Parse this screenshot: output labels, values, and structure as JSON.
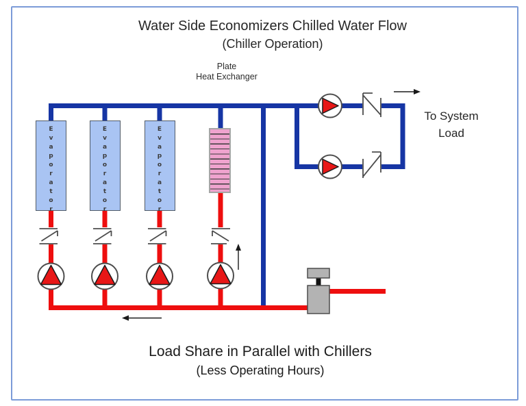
{
  "title": {
    "line1": "Water Side Economizers Chilled Water Flow",
    "line2": "(Chiller Operation)"
  },
  "labels": {
    "plate_hx_line1": "Plate",
    "plate_hx_line2": "Heat Exchanger",
    "to_system_load": "To System Load",
    "evaporator": "Evaporator"
  },
  "caption": {
    "line1": "Load Share in Parallel with Chillers",
    "line2": "(Less Operating Hours)"
  },
  "colors": {
    "supply_pipe_blue": "#1635a4",
    "return_pipe_red": "#ee0e0e",
    "evaporator_fill": "#a9c4f3",
    "evaporator_border": "#515b68",
    "plate_hx_fill": "#efa3ce",
    "pump_triangle_red": "#e81717",
    "valve_body_gray": "#b3b3b3",
    "frame_border_blue": "#7b9bd8"
  }
}
